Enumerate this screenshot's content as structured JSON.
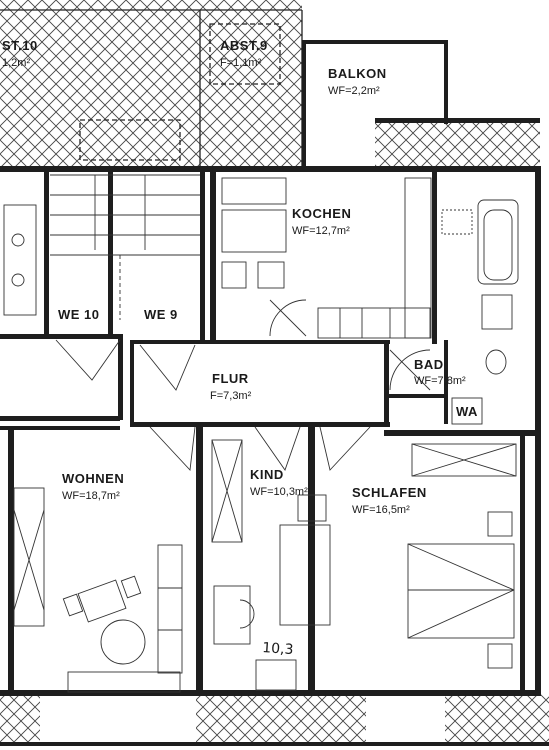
{
  "plan": {
    "rooms": {
      "abst10": {
        "name": "ST.10",
        "area": "1,2m²"
      },
      "abst9": {
        "name": "ABST.9",
        "area": "F=1,1m²"
      },
      "balkon": {
        "name": "BALKON",
        "area": "WF=2,2m²"
      },
      "kochen": {
        "name": "KOCHEN",
        "area": "WF=12,7m²"
      },
      "we10": {
        "name": "WE 10"
      },
      "we9": {
        "name": "WE 9"
      },
      "flur": {
        "name": "FLUR",
        "area": "F=7,3m²"
      },
      "bad": {
        "name": "BAD",
        "area": "WF=7,8m²"
      },
      "wa": {
        "name": "WA"
      },
      "wohnen": {
        "name": "WOHNEN",
        "area": "WF=18,7m²"
      },
      "kind": {
        "name": "KIND",
        "area": "WF=10,3m²"
      },
      "schlafen": {
        "name": "SCHLAFEN",
        "area": "WF=16,5m²"
      }
    },
    "annotation": "10,3",
    "colors": {
      "line": "#1e1e1e",
      "paper": "#ffffff"
    }
  }
}
